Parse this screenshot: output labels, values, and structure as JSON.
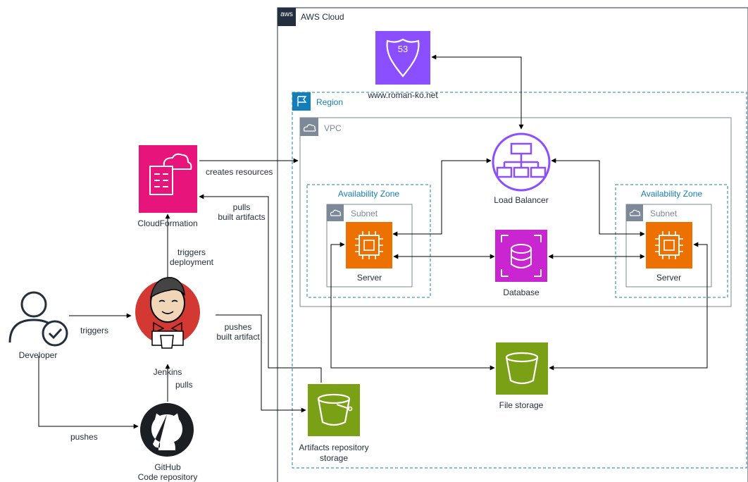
{
  "aws_cloud": {
    "label": "AWS Cloud",
    "logo_text": "aws"
  },
  "region": {
    "label": "Region"
  },
  "vpc": {
    "label": "VPC"
  },
  "az_left": {
    "label": "Availability Zone",
    "subnet_label": "Subnet",
    "server_label": "Server"
  },
  "az_right": {
    "label": "Availability Zone",
    "subnet_label": "Subnet",
    "server_label": "Server"
  },
  "route53": {
    "badge": "53",
    "domain": "www.roman-ko.net"
  },
  "load_balancer": {
    "label": "Load Balancer"
  },
  "database": {
    "label": "Database"
  },
  "file_storage": {
    "label": "File storage"
  },
  "artifacts": {
    "line1": "Artifacts repository",
    "line2": "storage"
  },
  "cloudformation": {
    "label": "CloudFormation"
  },
  "jenkins": {
    "label": "Jenkins"
  },
  "github": {
    "line1": "GitHub",
    "line2": "Code repository"
  },
  "developer": {
    "label": "Developer"
  },
  "edges": {
    "creates_resources": "creates resources",
    "pulls_built_1": "pulls",
    "pulls_built_2": "built artifacts",
    "triggers_deploy_1": "triggers",
    "triggers_deploy_2": "deployment",
    "triggers": "triggers",
    "pushes_built_1": "pushes",
    "pushes_built_2": "built artifact",
    "pulls": "pulls",
    "pushes": "pushes"
  },
  "colors": {
    "networking": "#8C4FFF",
    "compute": "#ED7100",
    "database": "#C925D1",
    "storage": "#7AA116",
    "management": "#E7157B",
    "region_border": "#147EBA",
    "az_border": "#147EBA",
    "vpc_border": "#7D8998",
    "line": "#000000"
  }
}
